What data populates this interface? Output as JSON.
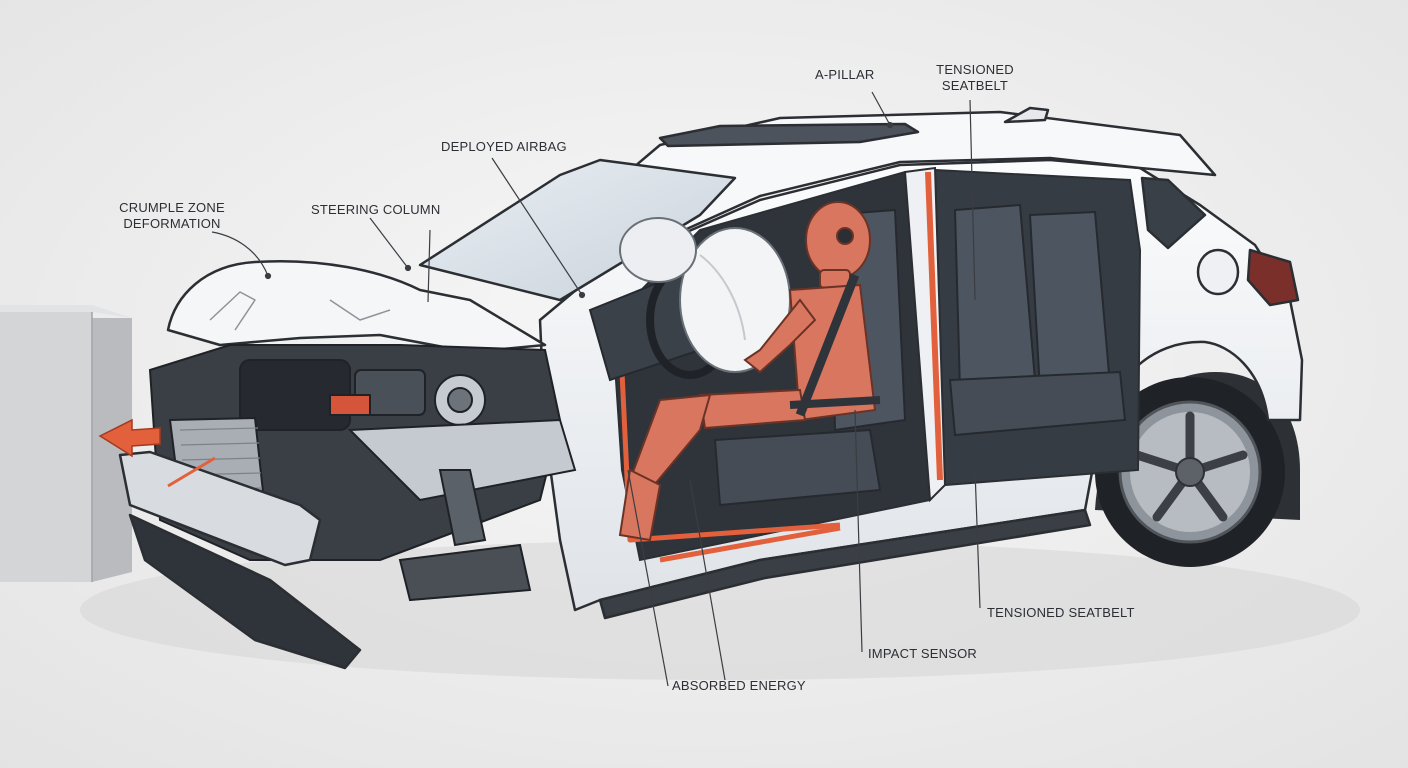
{
  "labels": {
    "crumple_zone": [
      "CRUMPLE ZONE",
      "DEFORMATION"
    ],
    "steering_column": "STEERING COLUMN",
    "deployed_airbag": "DEPLOYED AIRBAG",
    "a_pillar": "A-PILLAR",
    "tensioned_seatbelt_top": [
      "TENSIONED",
      "SEATBELT"
    ],
    "tensioned_seatbelt_right": "TENSIONED SEATBELT",
    "impact_sensor": "IMPACT SENSOR",
    "absorbed_energy": "ABSORBED ENERGY"
  },
  "colors": {
    "background": "#ececec",
    "body": "#f4f5f7",
    "outline": "#2b2e33",
    "dummy": "#d9765f",
    "accent": "#e2603c",
    "seat": "#4d5560",
    "engine": "#3a3f46",
    "leader": "#3a3d42"
  }
}
